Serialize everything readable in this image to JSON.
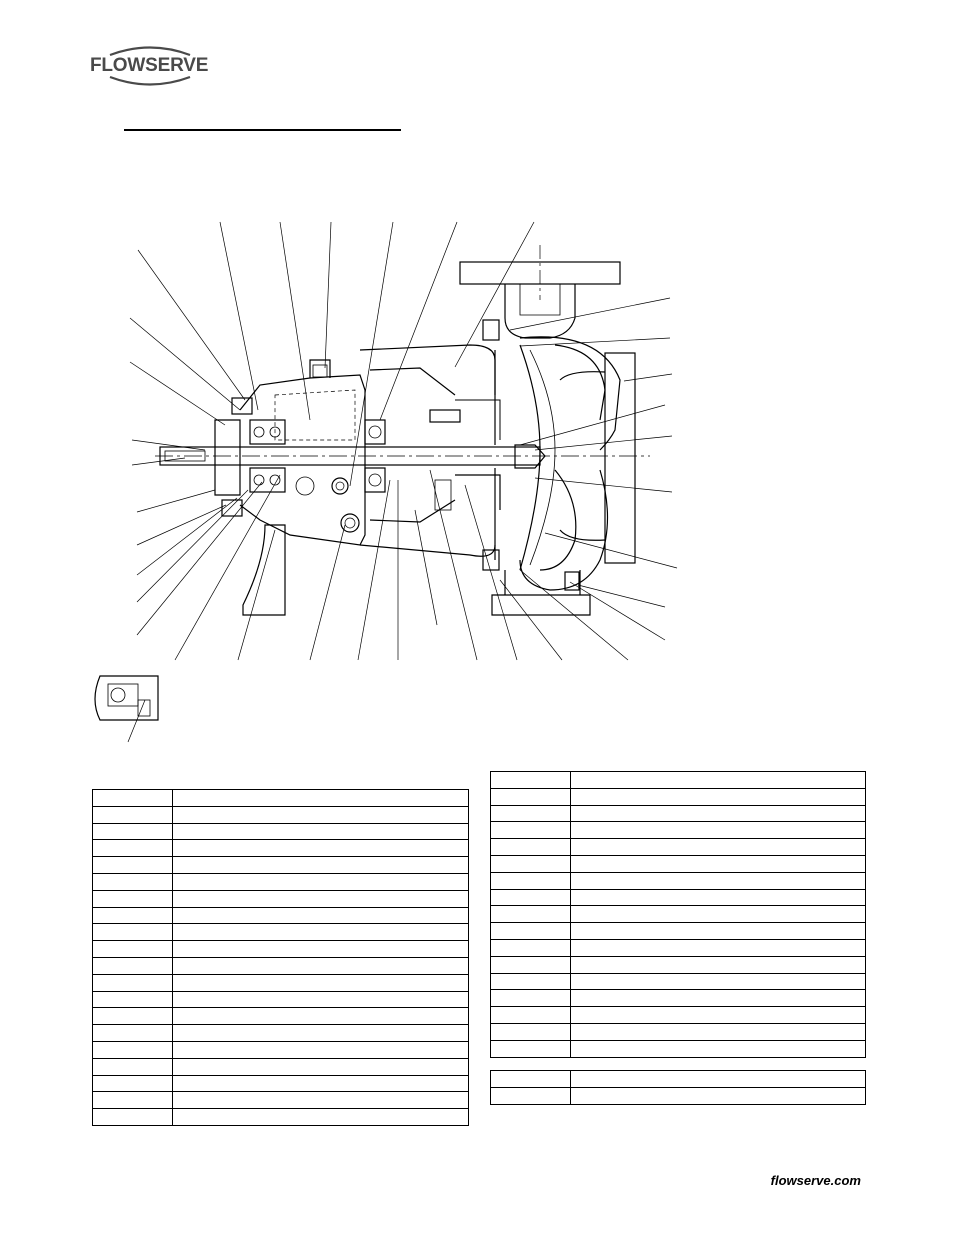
{
  "header": {
    "brand": "FLOWSERVE",
    "brand_color": "#4a4a4a"
  },
  "drawing": {
    "icon": "pump-cross-section-drawing",
    "detail_icon": "bearing-detail-inset"
  },
  "tables": {
    "left": {
      "rows": 20
    },
    "right_main": {
      "rows": 17
    },
    "right_small": {
      "rows": 2
    }
  },
  "footer": {
    "url": "flowserve.com"
  }
}
